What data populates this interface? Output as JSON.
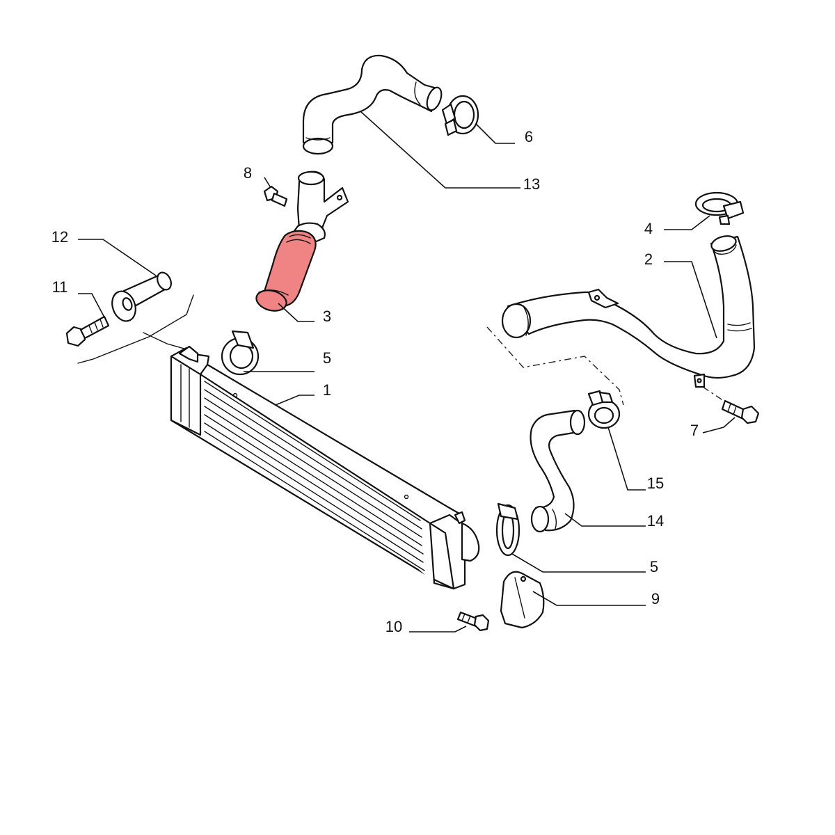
{
  "diagram": {
    "highlight_color": "#f08484",
    "callouts": {
      "c1": "1",
      "c2": "2",
      "c3": "3",
      "c4": "4",
      "c5a": "5",
      "c5b": "5",
      "c6": "6",
      "c7": "7",
      "c8": "8",
      "c9": "9",
      "c10": "10",
      "c11": "11",
      "c12": "12",
      "c13": "13",
      "c14": "14",
      "c15": "15"
    },
    "parts": [
      {
        "callout": "1",
        "name": "intercooler"
      },
      {
        "callout": "2",
        "name": "intercooler-outlet-pipe"
      },
      {
        "callout": "3",
        "name": "intercooler-inlet-hose",
        "highlighted": true
      },
      {
        "callout": "4",
        "name": "hose-clamp"
      },
      {
        "callout": "5",
        "name": "hose-clamp"
      },
      {
        "callout": "6",
        "name": "hose-clamp"
      },
      {
        "callout": "7",
        "name": "bolt"
      },
      {
        "callout": "8",
        "name": "bolt"
      },
      {
        "callout": "9",
        "name": "bracket"
      },
      {
        "callout": "10",
        "name": "bolt"
      },
      {
        "callout": "11",
        "name": "bolt"
      },
      {
        "callout": "12",
        "name": "bushing"
      },
      {
        "callout": "13",
        "name": "upper-hose"
      },
      {
        "callout": "14",
        "name": "lower-hose"
      },
      {
        "callout": "15",
        "name": "hose-clamp"
      }
    ]
  }
}
